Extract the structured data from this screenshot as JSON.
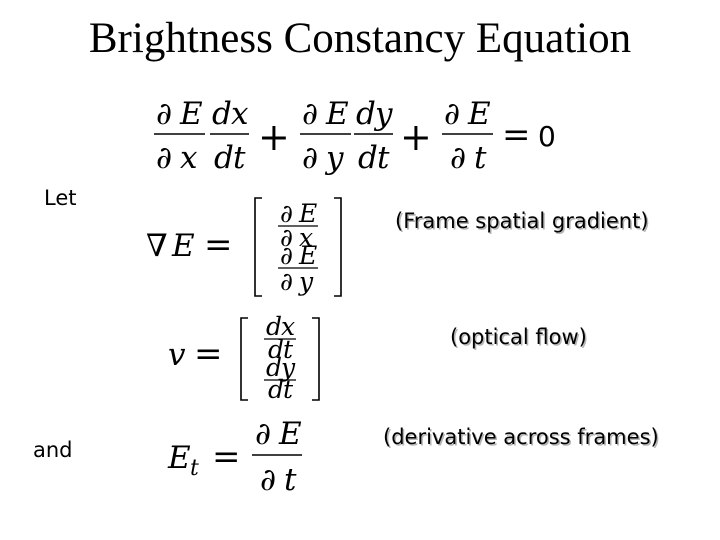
{
  "title": "Brightness Constancy Equation",
  "labels": {
    "let": "Let",
    "and": "and"
  },
  "notes": {
    "gradient": "(Frame spatial gradient)",
    "flow": "(optical flow)",
    "temporal": "(derivative across frames)"
  },
  "equation": {
    "partial": "∂",
    "E": "E",
    "x": "x",
    "y": "y",
    "t": "t",
    "d": "d",
    "plus": "+",
    "equals": "=",
    "zero": "0",
    "nabla": "∇",
    "v": "v"
  }
}
